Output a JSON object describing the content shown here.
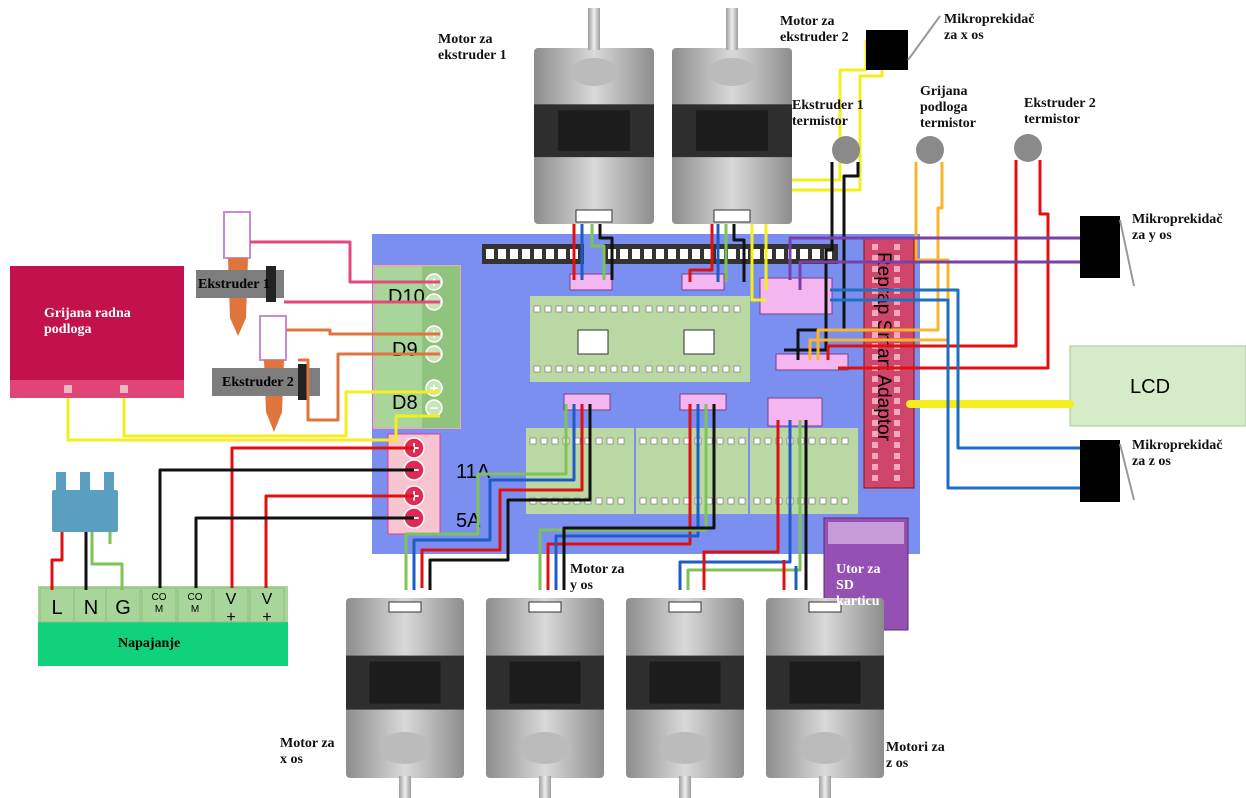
{
  "labels": {
    "motor_ext1": "Motor za\nekstruder 1",
    "motor_ext2": "Motor za\nekstruder 2",
    "endstop_x": "Mikroprekidač\nza x os",
    "ext1_thermistor": "Ekstruder 1\ntermistor",
    "bed_thermistor": "Grijana\npodloga\ntermistor",
    "ext2_thermistor": "Ekstruder 2\ntermistor",
    "endstop_y": "Mikroprekidač\nza y os",
    "endstop_z": "Mikroprekidač\nza z os",
    "heated_bed": "Grijana radna\npodloga",
    "extruder1": "Ekstruder 1",
    "extruder2": "Ekstruder 2",
    "d10": "D10",
    "d9": "D9",
    "d8": "D8",
    "a11": "11A",
    "a5": "5A",
    "lcd": "LCD",
    "smart_adaptor": "Reprap Smart Adaptor",
    "sd_slot": "Utor za\nSD\nkarticu",
    "psu": "Napajanje",
    "motor_x": "Motor za\nx os",
    "motor_y": "Motor za\ny os",
    "motor_z": "Motori za\nz os"
  },
  "psu_terminals": [
    "L",
    "N",
    "G",
    "CO\nM",
    "CO\nM",
    "V\n+",
    "V\n+"
  ],
  "terminal_signs": [
    "+",
    "−",
    "+",
    "−",
    "+",
    "−",
    "+",
    "−",
    "+",
    "−"
  ],
  "colors": {
    "board": "#7b8ff0",
    "heated_bed": "#c3124b",
    "psu_green": "#11d27c",
    "terminal_green": "#a8d59a",
    "adaptor": "#d0466b",
    "sd": "#9450b3",
    "lcd": "#d6ecc8"
  }
}
